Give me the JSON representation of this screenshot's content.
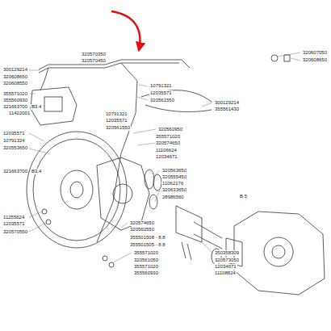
{
  "diagram": {
    "labels": [
      "320570350",
      "320570450",
      "300129214",
      "320608650",
      "320608550",
      "355571020",
      "355560930",
      "321663700",
      "B3.4",
      "11422001",
      "12035571",
      "10791324",
      "320553650",
      "321663700",
      "B3.4",
      "11255624",
      "12035571",
      "320570550",
      "10791321",
      "12035571",
      "320561550",
      "300129214",
      "355561430",
      "10791321",
      "12035571",
      "320561550",
      "320560950",
      "355571020",
      "320574650",
      "11106624",
      "12034671",
      "320563650",
      "320555450",
      "11062176",
      "320633650",
      "28986560",
      "320574650",
      "320560550",
      "355501508 - 8.8",
      "355501505 - 8.8",
      "355571020",
      "320561050",
      "355571020",
      "355560930",
      "320607050",
      "320608650",
      "B 5",
      "350358309",
      "320573050",
      "12034671",
      "11108824"
    ]
  }
}
